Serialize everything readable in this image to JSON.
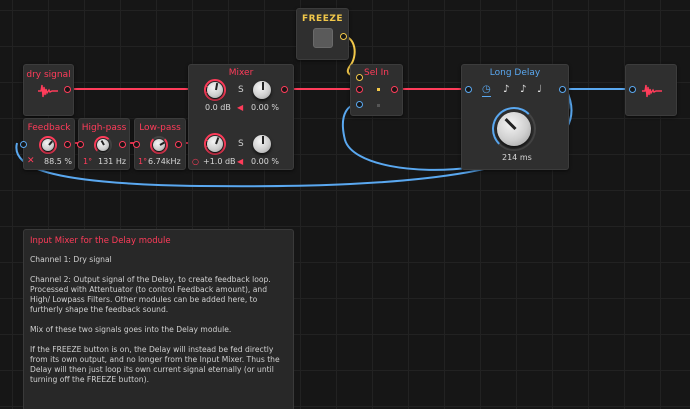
{
  "modules": {
    "freeze": {
      "title": "FREEZE"
    },
    "dry_signal": {
      "title": "dry signal"
    },
    "mixer": {
      "title": "Mixer",
      "ch1": {
        "level": "0.0 dB",
        "solo": "S",
        "pan": "0.00 %"
      },
      "ch2": {
        "level": "+1.0 dB",
        "pan": "0.00 %"
      }
    },
    "sel_in": {
      "title": "Sel In"
    },
    "long_delay": {
      "title": "Long Delay",
      "time": "214 ms"
    },
    "feedback": {
      "title": "Feedback",
      "value": "88.5 %"
    },
    "highpass": {
      "title": "High-pass",
      "order": "1°",
      "value": "131 Hz"
    },
    "lowpass": {
      "title": "Low-pass",
      "order": "1°",
      "value": "6.74kHz"
    }
  },
  "note": {
    "title": "Input Mixer for the Delay module",
    "p1": "Channel 1: Dry signal",
    "p2": "Channel 2: Output signal of the Delay, to create feedback loop. Processed with Attentuator (to control Feedback amount), and High/ Lowpass Filters. Other modules can be added here, to furtherly shape the feedback sound.",
    "p3": "Mix of these two signals goes into the Delay module.",
    "p4": "If the FREEZE button is on, the Delay will instead be fed directly from its own output, and no longer from the Input Mixer. Thus the Delay will then just loop its own current signal eternally (or until turning off the FREEZE button)."
  },
  "icons": [
    "waveform-icon",
    "mute-speaker-icon",
    "close-x-icon",
    "sync-icon",
    "note-icon"
  ],
  "colors": {
    "accent_red": "#ff3c5a",
    "accent_blue": "#5aa8f0",
    "accent_yellow": "#f2c84a"
  }
}
